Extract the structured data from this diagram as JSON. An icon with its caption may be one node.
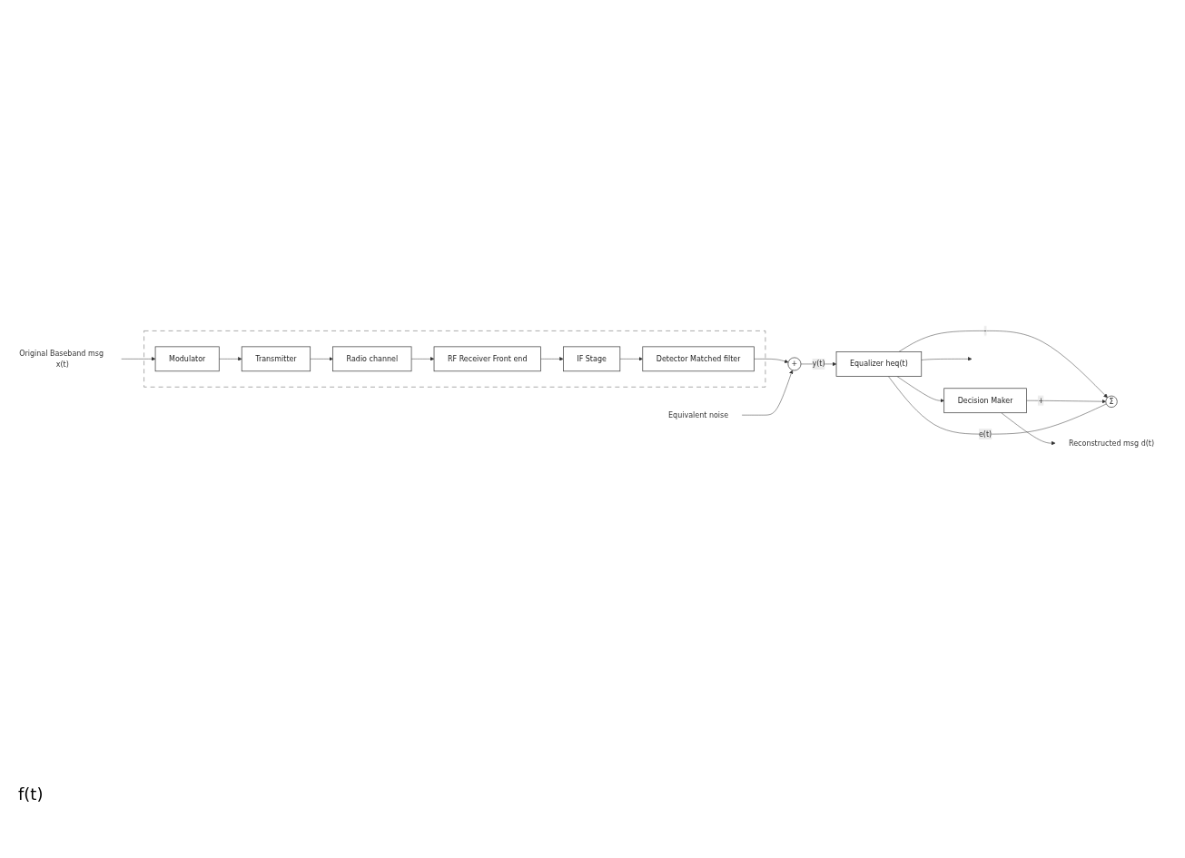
{
  "diagram": {
    "nodes": [
      {
        "text": [],
        "shape": "box"
      },
      {
        "text": [
          "Original Baseband msg x(t)"
        ]
      },
      {
        "text": [
          "Modulator"
        ],
        "in": 0
      },
      {
        "text": [
          "Transmitter"
        ],
        "in": 0
      },
      {
        "text": [
          "Radio channel"
        ],
        "in": 0
      },
      {
        "text": [
          "RF Receiver Front end"
        ],
        "in": 0
      },
      {
        "text": [
          "IF Stage"
        ],
        "in": 0
      },
      {
        "text": [
          "Detector Matched filter"
        ],
        "in": 0
      },
      {
        "text": [
          "Equivalent noise"
        ]
      },
      {
        "text": [
          "+"
        ]
      },
      {
        "text": [
          "Equalizer heq(t)"
        ]
      },
      {
        "text": [
          "Decision Maker"
        ]
      },
      {
        "text": [
          "Σ"
        ]
      },
      {
        "text": [
          "Reconstructed msg d(t)"
        ]
      }
    ],
    "edges": [
      {
        "from": 1,
        "to": 2,
        "arrow": "to"
      },
      {
        "from": 2,
        "to": 3,
        "arrow": "to"
      },
      {
        "from": 3,
        "to": 4,
        "arrow": "to"
      },
      {
        "from": 4,
        "to": 5,
        "arrow": "to"
      },
      {
        "from": 5,
        "to": 6,
        "arrow": "to"
      },
      {
        "from": 6,
        "to": 7,
        "arrow": "to"
      },
      {
        "from": 7,
        "to": 9,
        "arrow": "to"
      },
      {
        "from": 8,
        "to": 9,
        "arrow": "to"
      },
      {
        "from": 9,
        "to": 10,
        "arrow": "to",
        "label": "y(t)"
      },
      {
        "from": 10,
        "to": 11,
        "arrow": "to"
      },
      {
        "from": 10,
        "to": 12,
        "arrow": "to",
        "label": "-"
      },
      {
        "from": 11,
        "to": 12,
        "arrow": "to",
        "label": "+"
      },
      {
        "from": 12,
        "to": 10,
        "arrow": "none",
        "label": "e(t)"
      },
      {
        "from": 10,
        "to": null,
        "arrow": "to"
      },
      {
        "from": 11,
        "to": 13,
        "arrow": "to"
      }
    ],
    "labels": [
      "f(t)"
    ]
  }
}
